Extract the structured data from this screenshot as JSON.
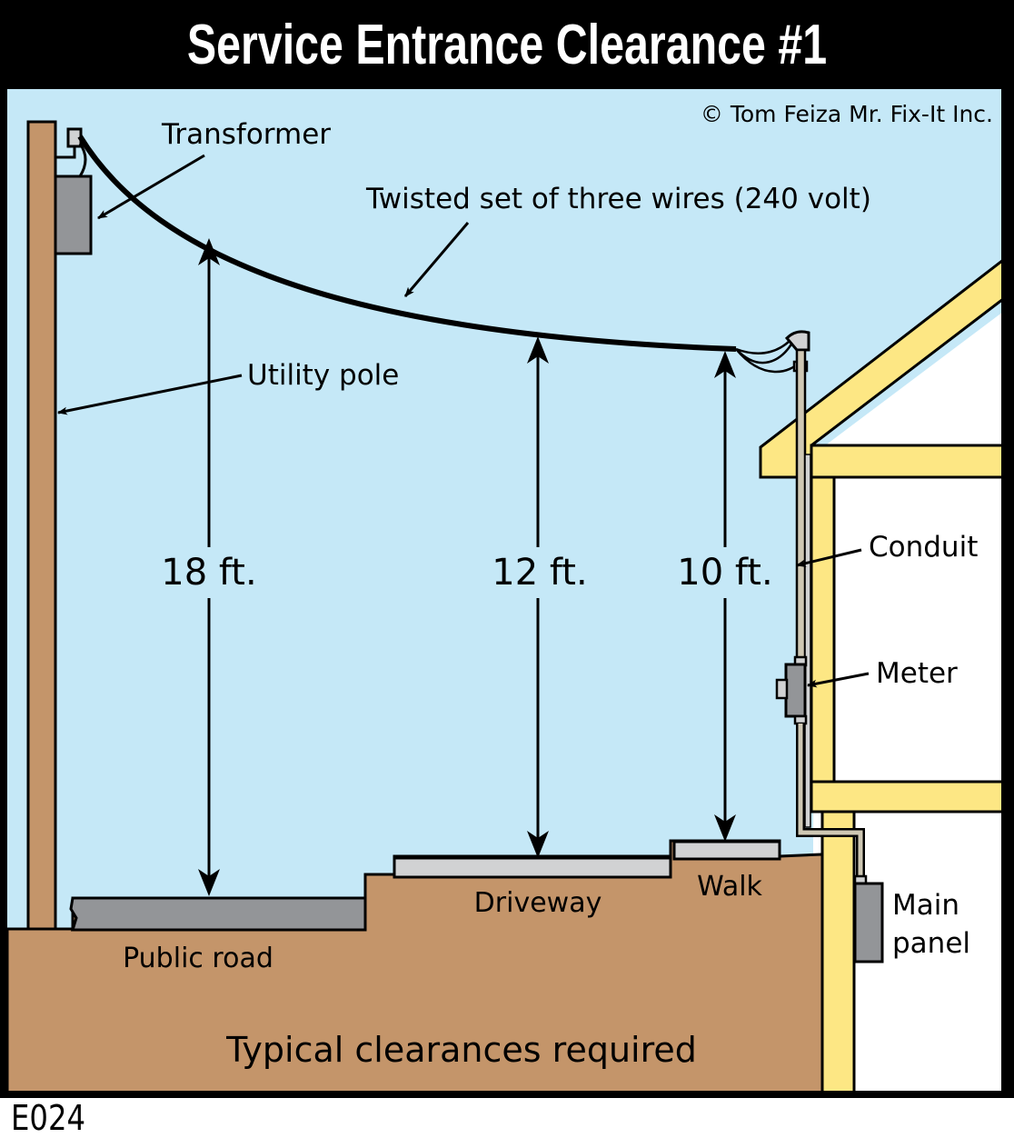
{
  "title": "Service Entrance Clearance #1",
  "copyright": "© Tom Feiza Mr. Fix-It Inc.",
  "diagram_code": "E024",
  "colors": {
    "sky": "#c5e8f7",
    "ground": "#c4956a",
    "pole": "#c4956a",
    "framing": "#fde784",
    "equipment_dark": "#939598",
    "equipment_light": "#d1d2d3",
    "conduit": "#cfc8b4",
    "road": "#939598",
    "pavement": "#d1d2d3"
  },
  "labels": {
    "transformer": "Transformer",
    "wires": "Twisted set of three wires (240 volt)",
    "utility_pole": "Utility pole",
    "conduit": "Conduit",
    "meter": "Meter",
    "main_panel_line1": "Main",
    "main_panel_line2": "panel",
    "public_road": "Public road",
    "driveway": "Driveway",
    "walk": "Walk",
    "footer_caption": "Typical clearances required"
  },
  "clearances": [
    {
      "over": "Public road",
      "label": "18 ft.",
      "feet": 18
    },
    {
      "over": "Driveway",
      "label": "12 ft.",
      "feet": 12
    },
    {
      "over": "Walk",
      "label": "10 ft.",
      "feet": 10
    }
  ]
}
